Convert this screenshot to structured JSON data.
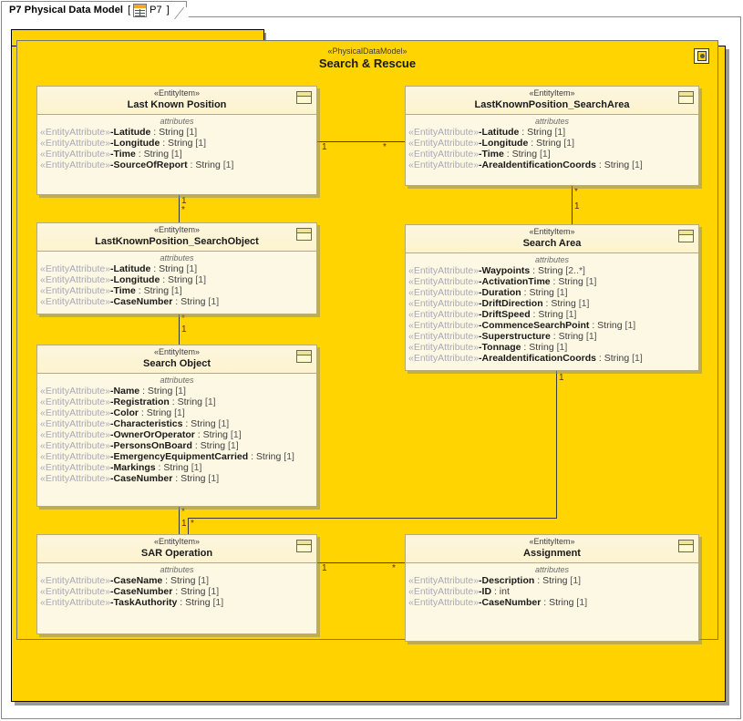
{
  "frame": {
    "title": "P7 Physical Data Model",
    "bracket_open": "[",
    "bracket_close": "]",
    "tab_label": "P7",
    "tab_icon": "data-model-icon"
  },
  "package": {
    "stereotype": "«PhysicalDataModel»",
    "name": "Search & Rescue",
    "corner_icon": "package-anchor-icon",
    "accent_color": "#ffd200",
    "entity_fill": "#fdf8e3",
    "entity_border": "#b7ab7a"
  },
  "compartment_label": "attributes",
  "stereotypes": {
    "entity": "«EntityItem»",
    "attribute": "«EntityAttribute»"
  },
  "entities": [
    {
      "id": "last-known-position",
      "stereotype": "«EntityItem»",
      "name": "Last Known Position",
      "attributes": [
        {
          "name": "-Latitude",
          "type": " : String",
          "mult": " [1]"
        },
        {
          "name": "-Longitude",
          "type": " : String",
          "mult": " [1]"
        },
        {
          "name": "-Time",
          "type": " : String",
          "mult": " [1]"
        },
        {
          "name": "-SourceOfReport",
          "type": " : String",
          "mult": " [1]"
        }
      ]
    },
    {
      "id": "lastknownposition-searcharea",
      "stereotype": "«EntityItem»",
      "name": "LastKnownPosition_SearchArea",
      "attributes": [
        {
          "name": "-Latitude",
          "type": " : String",
          "mult": " [1]"
        },
        {
          "name": "-Longitude",
          "type": " : String",
          "mult": " [1]"
        },
        {
          "name": "-Time",
          "type": " : String",
          "mult": " [1]"
        },
        {
          "name": "-AreaIdentificationCoords",
          "type": " : String",
          "mult": " [1]"
        }
      ]
    },
    {
      "id": "lastknownposition-searchobject",
      "stereotype": "«EntityItem»",
      "name": "LastKnownPosition_SearchObject",
      "attributes": [
        {
          "name": "-Latitude",
          "type": " : String",
          "mult": " [1]"
        },
        {
          "name": "-Longitude",
          "type": " : String",
          "mult": " [1]"
        },
        {
          "name": "-Time",
          "type": " : String",
          "mult": " [1]"
        },
        {
          "name": "-CaseNumber",
          "type": " : String",
          "mult": " [1]"
        }
      ]
    },
    {
      "id": "search-area",
      "stereotype": "«EntityItem»",
      "name": "Search Area",
      "attributes": [
        {
          "name": "-Waypoints",
          "type": " : String",
          "mult": " [2..*]"
        },
        {
          "name": "-ActivationTime",
          "type": " : String",
          "mult": " [1]"
        },
        {
          "name": "-Duration",
          "type": " : String",
          "mult": " [1]"
        },
        {
          "name": "-DriftDirection",
          "type": " : String",
          "mult": " [1]"
        },
        {
          "name": "-DriftSpeed",
          "type": " : String",
          "mult": " [1]"
        },
        {
          "name": "-CommenceSearchPoint",
          "type": " : String",
          "mult": " [1]"
        },
        {
          "name": "-Superstructure",
          "type": " : String",
          "mult": " [1]"
        },
        {
          "name": "-Tonnage",
          "type": " : String",
          "mult": " [1]"
        },
        {
          "name": "-AreaIdentificationCoords",
          "type": " : String",
          "mult": " [1]"
        }
      ]
    },
    {
      "id": "search-object",
      "stereotype": "«EntityItem»",
      "name": "Search Object",
      "attributes": [
        {
          "name": "-Name",
          "type": " : String",
          "mult": " [1]"
        },
        {
          "name": "-Registration",
          "type": " : String",
          "mult": " [1]"
        },
        {
          "name": "-Color",
          "type": " : String",
          "mult": " [1]"
        },
        {
          "name": "-Characteristics",
          "type": " : String",
          "mult": " [1]"
        },
        {
          "name": "-OwnerOrOperator",
          "type": " : String",
          "mult": " [1]"
        },
        {
          "name": "-PersonsOnBoard",
          "type": " : String",
          "mult": " [1]"
        },
        {
          "name": "-EmergencyEquipmentCarried",
          "type": " : String",
          "mult": " [1]"
        },
        {
          "name": "-Markings",
          "type": " : String",
          "mult": " [1]"
        },
        {
          "name": "-CaseNumber",
          "type": " : String",
          "mult": " [1]"
        }
      ]
    },
    {
      "id": "sar-operation",
      "stereotype": "«EntityItem»",
      "name": "SAR Operation",
      "attributes": [
        {
          "name": "-CaseName",
          "type": " : String",
          "mult": " [1]"
        },
        {
          "name": "-CaseNumber",
          "type": " : String",
          "mult": " [1]"
        },
        {
          "name": "-TaskAuthority",
          "type": " : String",
          "mult": " [1]"
        }
      ]
    },
    {
      "id": "assignment",
      "stereotype": "«EntityItem»",
      "name": "Assignment",
      "attributes": [
        {
          "name": "-Description",
          "type": " : String",
          "mult": " [1]"
        },
        {
          "name": "-ID",
          "type": " : int",
          "mult": ""
        },
        {
          "name": "-CaseNumber",
          "type": " : String",
          "mult": " [1]"
        }
      ]
    }
  ],
  "multiplicities": {
    "lkp_to_searcharea_src": "1",
    "lkp_to_searcharea_tgt": "*",
    "lkp_to_searchobject_src": "1",
    "lkp_to_searchobject_tgt": "*",
    "searcharea_assoc_src": "*",
    "searcharea_assoc_tgt": "1",
    "searchobject_src": "*",
    "searchobject_tgt": "1",
    "searchobject_to_sar_src": "*",
    "searchobject_to_sar_tgt": "1",
    "sar_branch": "*",
    "searcharea_to_sar": "1",
    "sar_to_assignment_src": "1",
    "sar_to_assignment_tgt": "*"
  }
}
